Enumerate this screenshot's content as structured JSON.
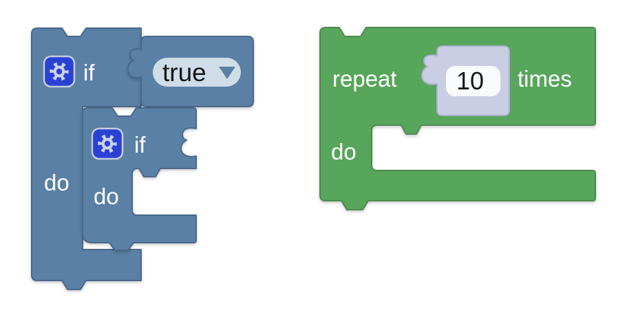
{
  "background_color": "#ffffff",
  "colors": {
    "logic_block_fill": "#5b80a5",
    "logic_block_border": "#49688a",
    "loop_block_fill": "#58a55c",
    "loop_block_border": "#4c8a50",
    "gear_button_fill": "#2b41d6",
    "gear_button_border": "#c2cedd",
    "gear_glyph": "#c9d3e8",
    "dropdown_field_bg": "#cfdde9",
    "dropdown_arrow": "#5b80a5",
    "shadow_block_fill": "#c9cee4",
    "shadow_block_border": "#a9b0c8",
    "number_field_bg": "#fafbfd"
  },
  "outer_if_block": {
    "if_label": "if",
    "do_label": "do"
  },
  "nested_if_block": {
    "if_label": "if",
    "do_label": "do"
  },
  "condition_dropdown": {
    "value": "true"
  },
  "repeat_block": {
    "repeat_label": "repeat",
    "count_value": "10",
    "times_label": "times",
    "do_label": "do"
  }
}
